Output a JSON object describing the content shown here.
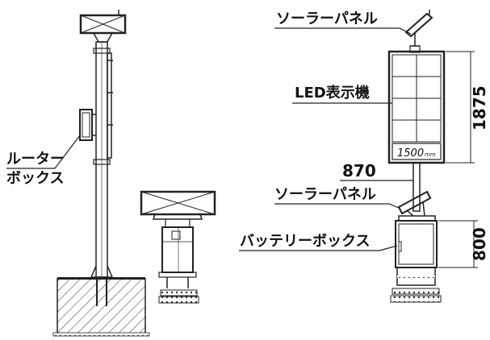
{
  "labels": {
    "router_box": "ルーター\nボックス",
    "solar_panel_top": "ソーラーパネル",
    "led_display": "LED表示機",
    "solar_panel_bottom": "ソーラーパネル",
    "battery_box": "バッテリーボックス"
  },
  "dimensions": {
    "height_display": "1875",
    "width_display": "870",
    "height_battery": "800"
  },
  "display_text": "1500",
  "display_unit": "mm"
}
